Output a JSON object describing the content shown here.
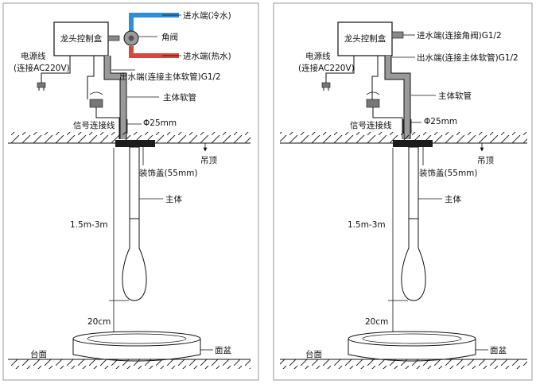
{
  "left": {
    "control_box": "龙头控制盒",
    "inlet_cold": "进水端(冷水)",
    "angle_valve": "角阀",
    "inlet_hot": "进水端(热水)",
    "power_line_1": "电源线",
    "power_line_2": "(连接AC220V)",
    "outlet": "出水端(连接主体软管)G1/2",
    "main_hose": "主体软管",
    "signal_line": "信号连接线",
    "diameter": "Φ25mm",
    "ceiling": "吊顶",
    "cover": "装饰盖(55mm)",
    "body": "主体",
    "length": "1.5m-3m",
    "gap": "20cm",
    "countertop": "台面",
    "basin": "面盆"
  },
  "right": {
    "control_box": "龙头控制盒",
    "inlet": "进水端(连接角阀)G1/2",
    "outlet": "出水端(连接主体软管)G1/2",
    "power_line_1": "电源线",
    "power_line_2": "(连接AC220V)",
    "main_hose": "主体软管",
    "signal_line": "信号连接线",
    "diameter": "Φ25mm",
    "ceiling": "吊顶",
    "cover": "装饰盖(55mm)",
    "body": "主体",
    "length": "1.5m-3m",
    "gap": "20cm",
    "countertop": "台面",
    "basin": "面盆"
  },
  "colors": {
    "cold_pipe": "#2f8fd6",
    "hot_pipe": "#d9463e",
    "hose": "#8c8c8c",
    "cover": "#1c1c1c"
  }
}
